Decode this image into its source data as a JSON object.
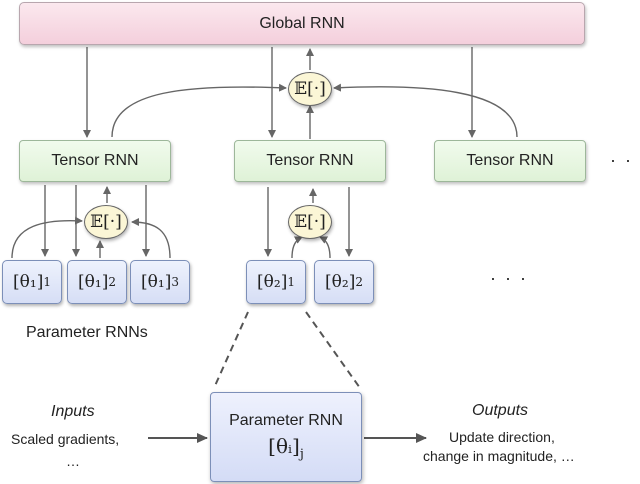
{
  "global_rnn": {
    "label": "Global RNN"
  },
  "tensor_rnns": [
    {
      "label": "Tensor RNN"
    },
    {
      "label": "Tensor RNN"
    },
    {
      "label": "Tensor RNN"
    }
  ],
  "expectation_symbol": "𝔼[·]",
  "ellipsis": "· · ·",
  "parameter_rnns": [
    {
      "base": "[θ₁]",
      "sub": "1"
    },
    {
      "base": "[θ₁]",
      "sub": "2"
    },
    {
      "base": "[θ₁]",
      "sub": "3"
    },
    {
      "base": "[θ₂]",
      "sub": "1"
    },
    {
      "base": "[θ₂]",
      "sub": "2"
    }
  ],
  "parameter_rnns_label": "Parameter RNNs",
  "detail": {
    "title": "Parameter RNN",
    "symbol_base": "[θᵢ]",
    "symbol_sub": "j",
    "inputs_heading": "Inputs",
    "inputs_text": [
      "Scaled gradients,",
      "…"
    ],
    "outputs_heading": "Outputs",
    "outputs_text": [
      "Update direction,",
      "change in magnitude, …"
    ]
  }
}
